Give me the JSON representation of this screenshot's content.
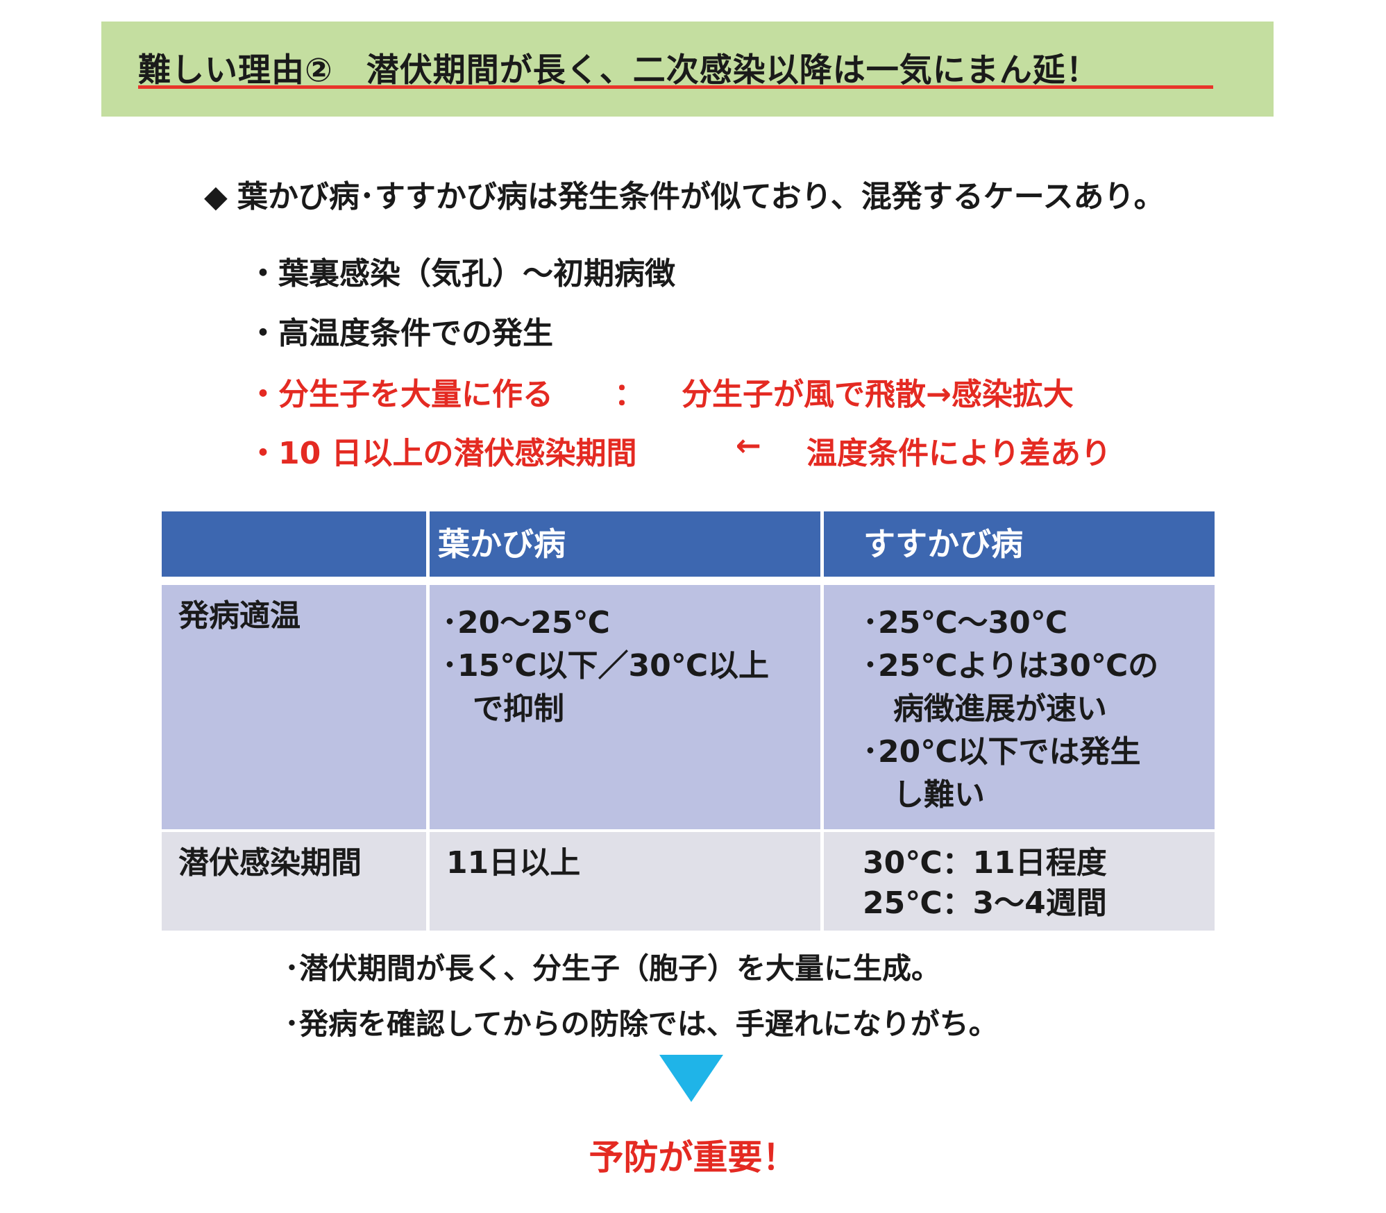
{
  "title": "難しい理由②　潜伏期間が長く、二次感染以降は一気にまん延！",
  "colors": {
    "title_bg": "#c4dea0",
    "underline": "#e8342a",
    "accent_red": "#e42a22",
    "header_blue": "#3d67b0",
    "row1": "#bcc1e2",
    "row2": "#e0e0e8",
    "arrow": "#1fb4e8"
  },
  "intro": {
    "diamond": "◆",
    "text": "葉かび病･すすかび病は発生条件が似ており、混発するケースあり。"
  },
  "bullets": [
    "・葉裏感染（気孔）～初期病徴",
    "・高温度条件での発生",
    "・分生子を大量に作る",
    "・10 日以上の潜伏感染期間"
  ],
  "bullet3_colon": "：",
  "bullet3_right": "分生子が風で飛散→感染拡大",
  "bullet4_arrow": "←",
  "bullet4_right": "温度条件により差あり",
  "table": {
    "headers": [
      "",
      "葉かび病",
      "すすかび病"
    ],
    "rows": [
      {
        "label": "発病適温",
        "col1": [
          "･20～25℃",
          "･15℃以下／30℃以上",
          "　で抑制"
        ],
        "col2": [
          "･25℃～30℃",
          "･25℃よりは30℃の",
          "　病徴進展が速い",
          "･20℃以下では発生",
          "　し難い"
        ]
      },
      {
        "label": "潜伏感染期間",
        "col1": [
          "11日以上"
        ],
        "col2": [
          "30℃：11日程度",
          "25℃：3～4週間"
        ]
      }
    ]
  },
  "notes": [
    "･潜伏期間が長く、分生子（胞子）を大量に生成。",
    "･発病を確認してからの防除では、手遅れになりがち。"
  ],
  "conclusion": "予防が重要！"
}
